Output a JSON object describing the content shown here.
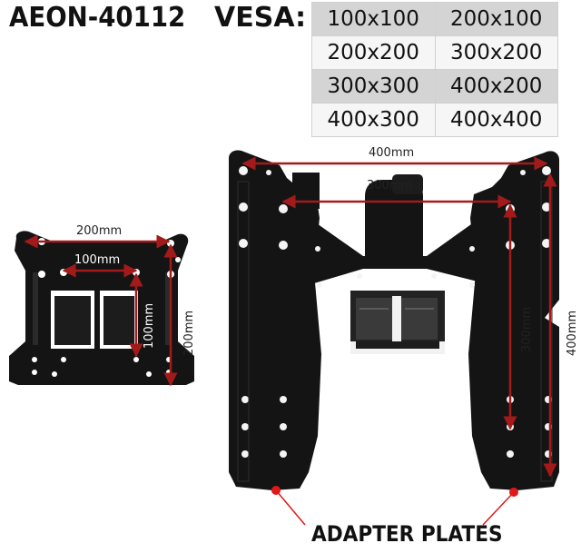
{
  "header": {
    "model": "AEON-40112",
    "vesa_label": "VESA:"
  },
  "vesa_table": {
    "rows": [
      [
        "100x100",
        "200x100"
      ],
      [
        "200x200",
        "300x200"
      ],
      [
        "300x300",
        "400x200"
      ],
      [
        "400x300",
        "400x400"
      ]
    ]
  },
  "small_plate": {
    "dims": {
      "width_outer": "200mm",
      "width_inner": "100mm",
      "height_inner": "100mm",
      "height_outer": "200mm"
    }
  },
  "large_mount": {
    "dims": {
      "width_outer": "400mm",
      "width_inner": "300mm",
      "height_inner": "300mm",
      "height_outer": "400mm"
    }
  },
  "caption": "ADAPTER PLATES",
  "colors": {
    "metal": "#141414",
    "arrow": "#a31a1a",
    "pointer": "#e01818"
  }
}
